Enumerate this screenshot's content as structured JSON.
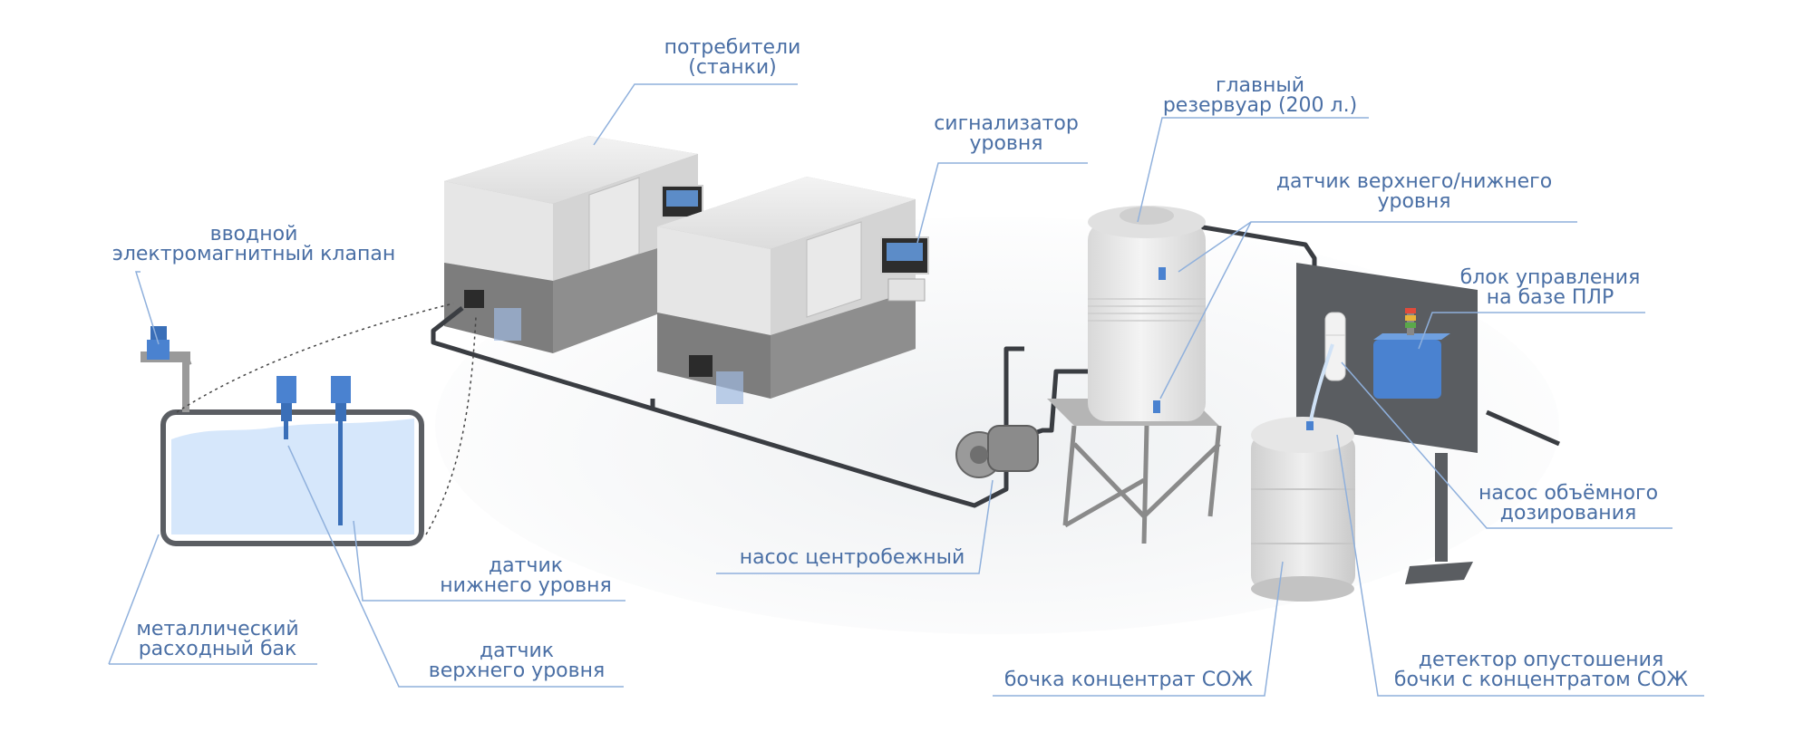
{
  "colors": {
    "label": "#4a6fa5",
    "leader": "#8fb0dc",
    "pipe": "#3a3d42",
    "water": "#d6e7fb",
    "sensor": "#4a82d0",
    "machine": "#ececec",
    "machine_base": "#7a7a7a"
  },
  "labels": {
    "consumers": {
      "line1": "потребители",
      "line2": "(станки)"
    },
    "main_tank": {
      "line1": "главный",
      "line2": "резервуар (200 л.)"
    },
    "level_alarm": {
      "line1": "сигнализатор",
      "line2": "уровня"
    },
    "upper_lower_sensor": {
      "line1": "датчик верхнего/нижнего",
      "line2": "уровня"
    },
    "inlet_valve": {
      "line1": "вводной",
      "line2": "электромагнитный клапан"
    },
    "plc_unit": {
      "line1": "блок управления",
      "line2": "на базе ПЛР"
    },
    "dosing_pump": {
      "line1": "насос объёмного",
      "line2": "дозирования"
    },
    "centrifugal_pump": {
      "line1": "насос центробежный"
    },
    "low_sensor": {
      "line1": "датчик",
      "line2": "нижнего уровня"
    },
    "metal_tank": {
      "line1": "металлический",
      "line2": "расходный бак"
    },
    "high_sensor": {
      "line1": "датчик",
      "line2": "верхнего уровня"
    },
    "barrel": {
      "line1": "бочка концентрат СОЖ"
    },
    "empty_detector": {
      "line1": "детектор опустошения",
      "line2": "бочки с концентратом СОЖ"
    }
  }
}
